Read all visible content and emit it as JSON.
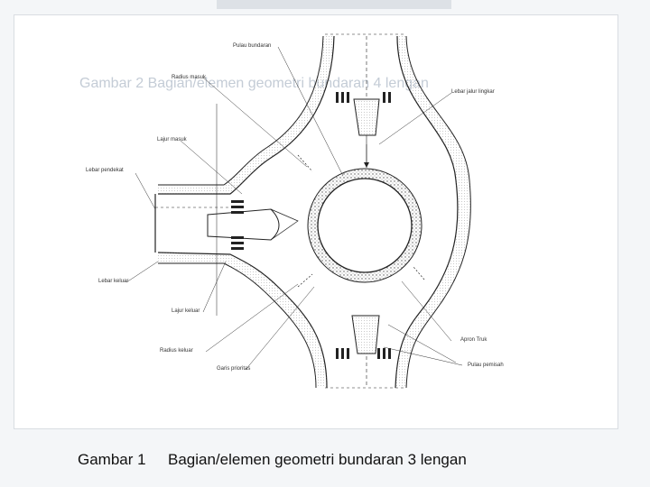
{
  "labels": {
    "pulau_bundaran": "Pulau bundaran",
    "radius_masuk": "Radius masuk",
    "lebar_jalur_lingkar": "Lebar jalur lingkar",
    "lajur_masuk": "Lajur masuk",
    "lebar_pendekat": "Lebar pendekat",
    "lebar_keluar": "Lebar keluar",
    "lajur_keluar": "Lajur keluar",
    "radius_keluar": "Radius keluar",
    "garis_prioritas": "Garis prioritas",
    "apron_truk": "Apron Truk",
    "pulau_pemisah": "Pulau pemisah"
  },
  "ghost_title": "Gambar 2   Bagian/elemen geometri bundaran 4 lengan",
  "caption": {
    "number": "Gambar 1",
    "text": "Bagian/elemen geometri bundaran 3 lengan"
  },
  "colors": {
    "line": "#222222",
    "ghost": "#c4ccd6",
    "caption": "#111111"
  }
}
